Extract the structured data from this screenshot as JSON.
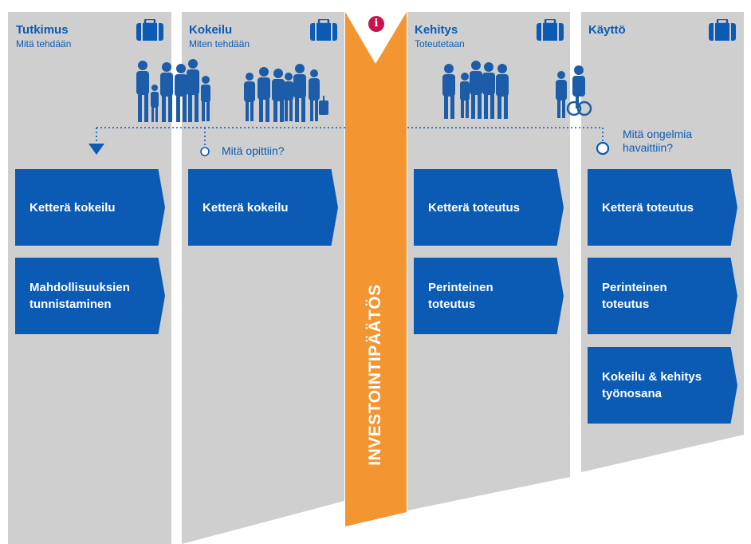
{
  "colors": {
    "panel": "#cfcfcf",
    "blue": "#0b5bb5",
    "orange": "#f39530",
    "info": "#c8134e",
    "people": "#1d5ca8"
  },
  "columns": [
    {
      "title": "Tutkimus",
      "subtitle": "Mitä tehdään",
      "icon": "briefcase-icon"
    },
    {
      "title": "Kokeilu",
      "subtitle": "Miten tehdään",
      "icon": "briefcase-icon"
    },
    {
      "title": "Kehitys",
      "subtitle": "Toteutetaan",
      "icon": "briefcase-icon"
    },
    {
      "title": "Käyttö",
      "subtitle": "",
      "icon": "briefcase-icon"
    }
  ],
  "boxes": {
    "tutkimus": [
      "Ketterä kokeilu",
      "Mahdollisuuksien\ntunnistaminen"
    ],
    "kokeilu": [
      "Ketterä kokeilu"
    ],
    "kehitys": [
      "Ketterä toteutus",
      "Perinteinen\ntoteutus"
    ],
    "kaytto": [
      "Ketterä toteutus",
      "Perinteinen\ntoteutus",
      "Kokeilu & kehitys\ntyönosana"
    ]
  },
  "notes": {
    "learned": "Mitä opittiin?",
    "problems": "Mitä ongelmia\nhavaittiin?"
  },
  "decision": {
    "label": "INVESTOINTIPÄÄTÖS",
    "info_icon": "info-icon",
    "info_glyph": "i"
  }
}
